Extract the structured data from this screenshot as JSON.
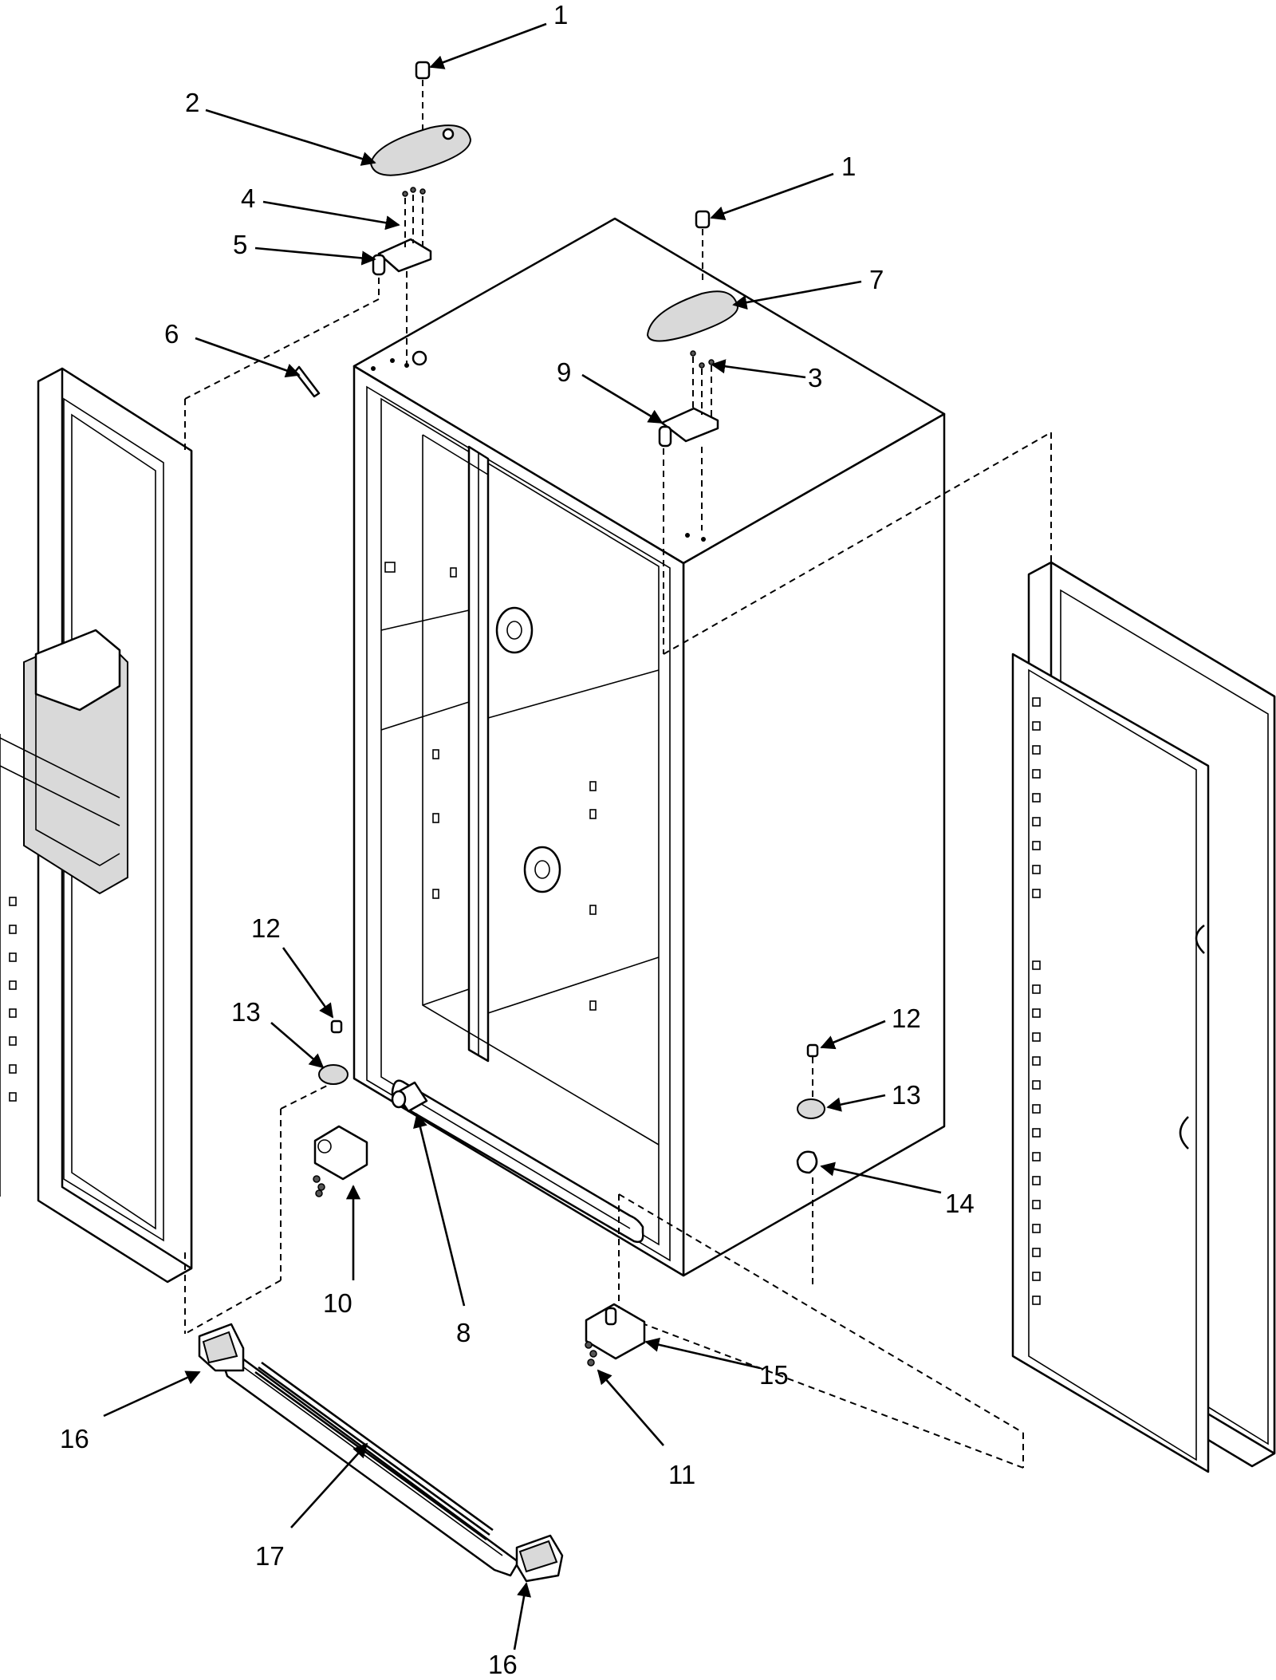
{
  "callouts": [
    {
      "id": "c1a",
      "label": "1"
    },
    {
      "id": "c2",
      "label": "2"
    },
    {
      "id": "c4",
      "label": "4"
    },
    {
      "id": "c5",
      "label": "5"
    },
    {
      "id": "c6",
      "label": "6"
    },
    {
      "id": "c1b",
      "label": "1"
    },
    {
      "id": "c7",
      "label": "7"
    },
    {
      "id": "c9",
      "label": "9"
    },
    {
      "id": "c3",
      "label": "3"
    },
    {
      "id": "c12a",
      "label": "12"
    },
    {
      "id": "c13a",
      "label": "13"
    },
    {
      "id": "c10",
      "label": "10"
    },
    {
      "id": "c8",
      "label": "8"
    },
    {
      "id": "c12b",
      "label": "12"
    },
    {
      "id": "c13b",
      "label": "13"
    },
    {
      "id": "c14",
      "label": "14"
    },
    {
      "id": "c15",
      "label": "15"
    },
    {
      "id": "c11",
      "label": "11"
    },
    {
      "id": "c16a",
      "label": "16"
    },
    {
      "id": "c17",
      "label": "17"
    },
    {
      "id": "c16b",
      "label": "16"
    }
  ]
}
